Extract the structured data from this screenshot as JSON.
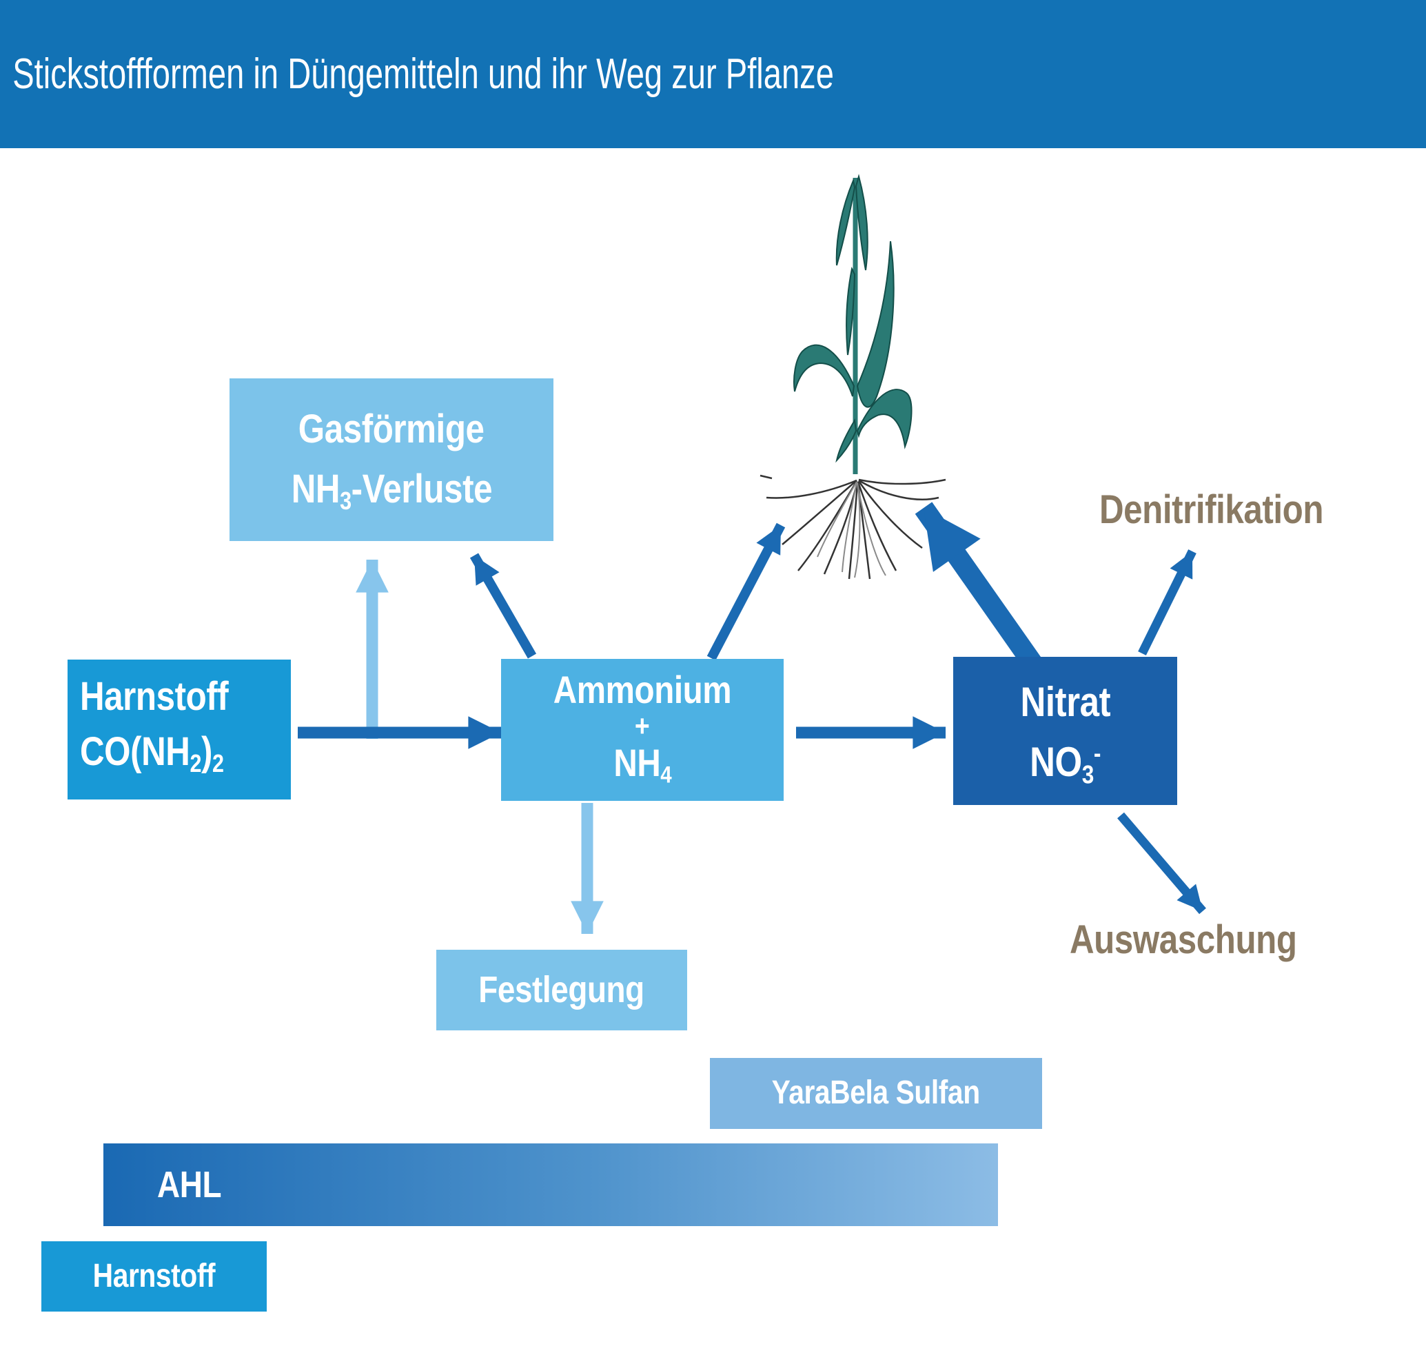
{
  "header": {
    "title": "Stickstoffformen in Düngemitteln und ihr Weg zur Pflanze"
  },
  "boxes": {
    "harnstoff_top": {
      "line1": "Harnstoff",
      "formula": {
        "p1": "CO(NH",
        "sub1": "2",
        "p2": ")",
        "sub2": "2"
      }
    },
    "gasfoermige": {
      "line1": "Gasförmige",
      "formula": {
        "p1": "NH",
        "sub1": "3",
        "p2": "-Verluste"
      }
    },
    "ammonium": {
      "line1": "Ammonium",
      "plus": "+",
      "formula": {
        "p1": "NH",
        "sub1": "4"
      }
    },
    "nitrat": {
      "line1": "Nitrat",
      "formula": {
        "p1": "NO",
        "sub1": "3",
        "sup1": "-"
      }
    },
    "festlegung": {
      "label": "Festlegung"
    },
    "yarabela": {
      "label": "YaraBela Sulfan"
    },
    "ahl": {
      "label": "AHL"
    },
    "harnstoff_bottom": {
      "label": "Harnstoff"
    }
  },
  "labels": {
    "denitrifikation": "Denitrifikation",
    "auswaschung": "Auswaschung"
  },
  "icons": {
    "plant": "corn-plant-with-roots-icon"
  },
  "colors": {
    "header_bg": "#1272b5",
    "box_bright_blue": "#1899d6",
    "box_light_blue": "#7cc3ea",
    "box_medium_blue": "#4db1e3",
    "box_dark_blue": "#1b60a9",
    "bar_yarabela": "#7fb6e2",
    "ahl_gradient_from": "#1a69b3",
    "ahl_gradient_to": "#8cbce5",
    "arrow_dark": "#1b6ab3",
    "arrow_light": "#87c5ec",
    "side_label_brown": "#8a7a63",
    "plant_green": "#2a7a74",
    "root_dark": "#333333",
    "root_gray": "#8a8a8a",
    "text_white": "#ffffff"
  }
}
